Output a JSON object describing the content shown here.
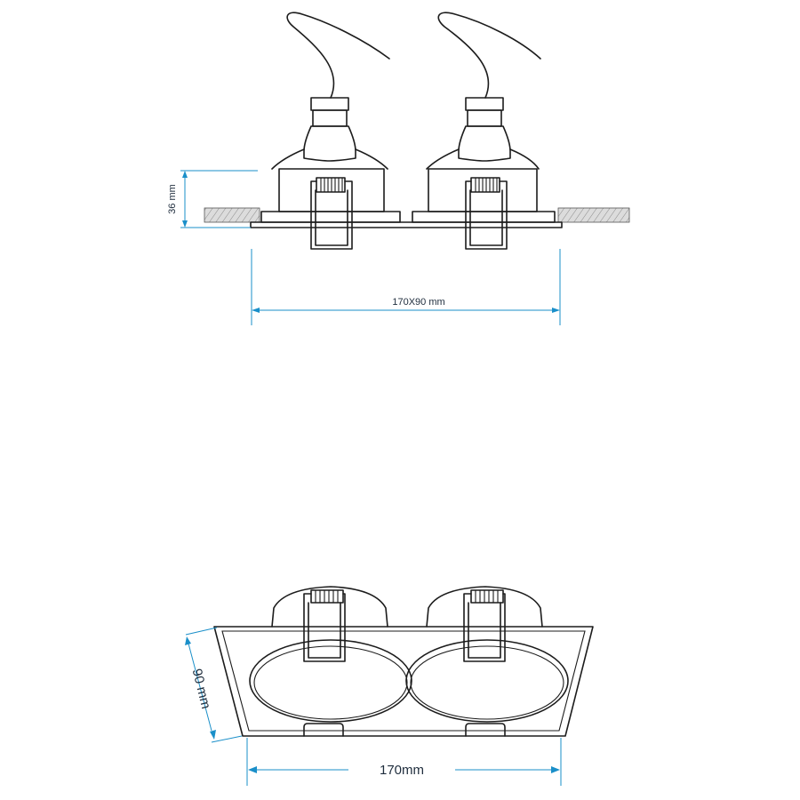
{
  "side_view": {
    "height_label": "36 mm",
    "width_label": "170X90 mm"
  },
  "front_view": {
    "depth_label": "90 mm",
    "width_label": "170mm"
  },
  "colors": {
    "line": "#1c1c1c",
    "dimension": "#1a8fc9",
    "ceiling_fill": "#d9d9d9"
  }
}
